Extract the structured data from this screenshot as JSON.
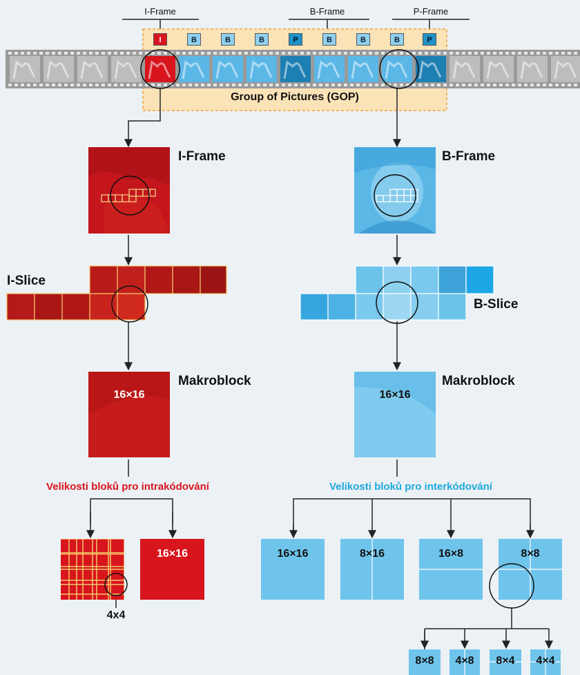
{
  "header": {
    "iframe_label": "I-Frame",
    "bframe_label": "B-Frame",
    "pframe_label": "P-Frame"
  },
  "gop": {
    "label": "Group of Pictures (GOP)",
    "frame_types": [
      "I",
      "B",
      "B",
      "B",
      "P",
      "B",
      "B",
      "B",
      "P"
    ]
  },
  "left": {
    "frame_label": "I-Frame",
    "slice_label": "I-Slice",
    "macroblock_label": "Makroblock",
    "macroblock_size": "16×16",
    "caption": "Velikosti bloků pro intrakódování",
    "blocks": [
      "",
      "16×16"
    ],
    "sub_label": "4x4"
  },
  "right": {
    "frame_label": "B-Frame",
    "slice_label": "B-Slice",
    "macroblock_label": "Makroblock",
    "macroblock_size": "16×16",
    "caption": "Velikosti bloků pro interkódování",
    "blocks": [
      "16×16",
      "8×16",
      "16×8",
      "8×8"
    ],
    "sub_blocks": [
      "8×8",
      "4×8",
      "8×4",
      "4×4"
    ]
  },
  "colors": {
    "intra_red": "#d8141d",
    "intra_dark": "#b0151a",
    "inter_blue": "#6fc4ec",
    "inter_dark": "#1e93c8",
    "gop_fill": "#fbe3b8",
    "gop_border": "#f0a23a"
  }
}
